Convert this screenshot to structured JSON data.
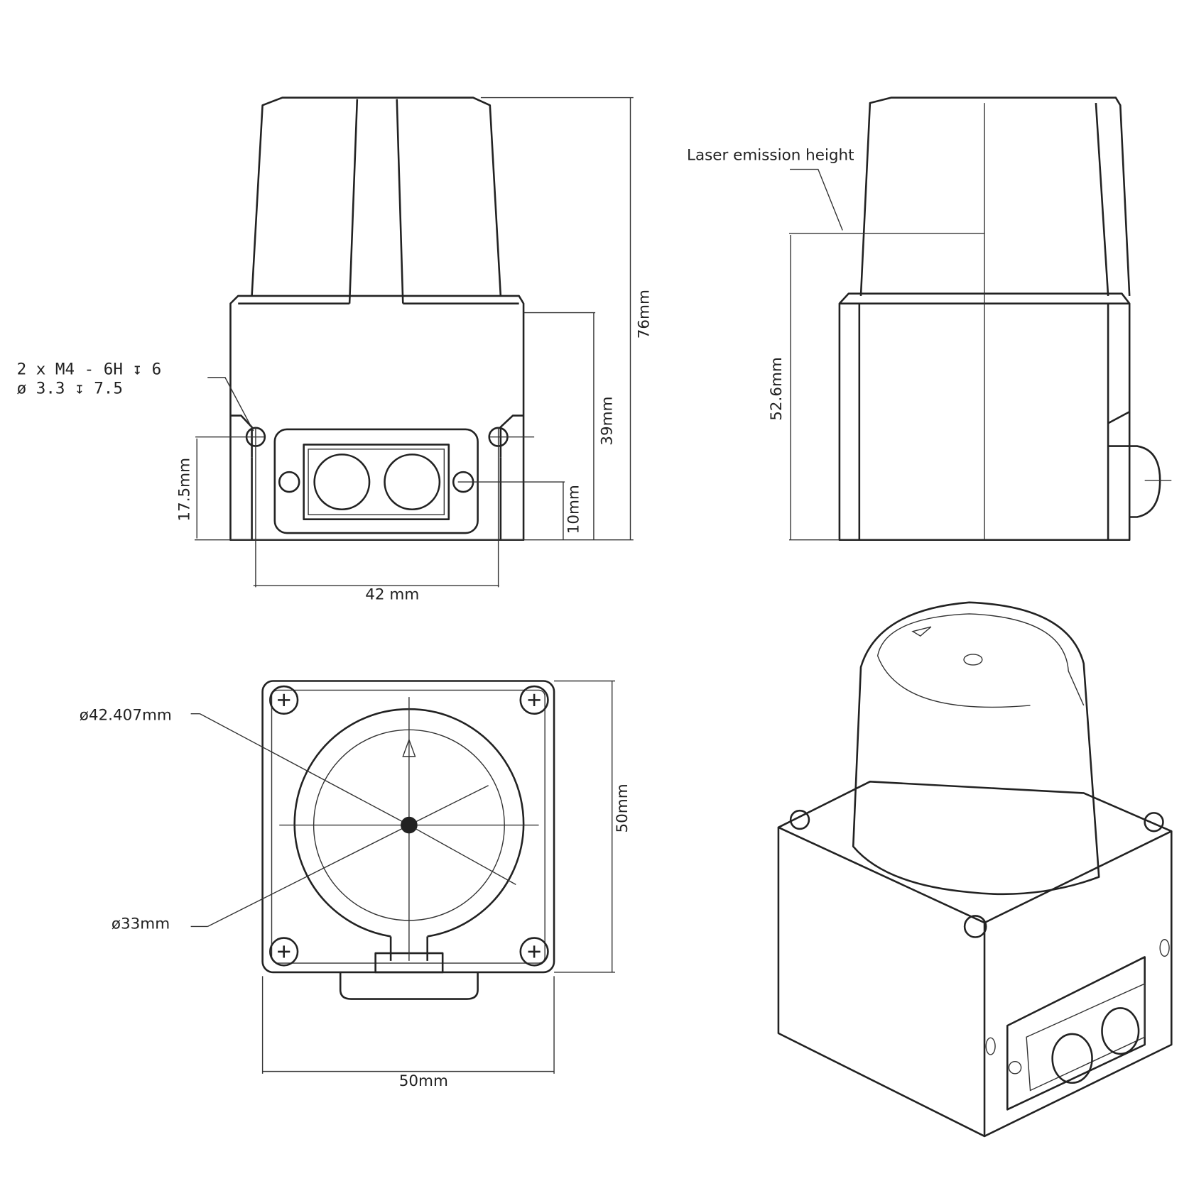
{
  "front_view": {
    "hole_note_line1": "2 x  M4 - 6H ↧ 6",
    "hole_note_line2": "ø 3.3 ↧ 7.5",
    "dim_height_total": "76mm",
    "dim_height_base": "39mm",
    "dim_hole_height": "17.5mm",
    "dim_connector_height": "10mm",
    "dim_hole_spacing": "42 mm"
  },
  "side_view": {
    "laser_label": "Laser emission height",
    "dim_laser_height": "52.6mm"
  },
  "top_view": {
    "dim_outer_diameter": "ø42.407mm",
    "dim_inner_diameter": "ø33mm",
    "dim_height": "50mm",
    "dim_width": "50mm"
  }
}
